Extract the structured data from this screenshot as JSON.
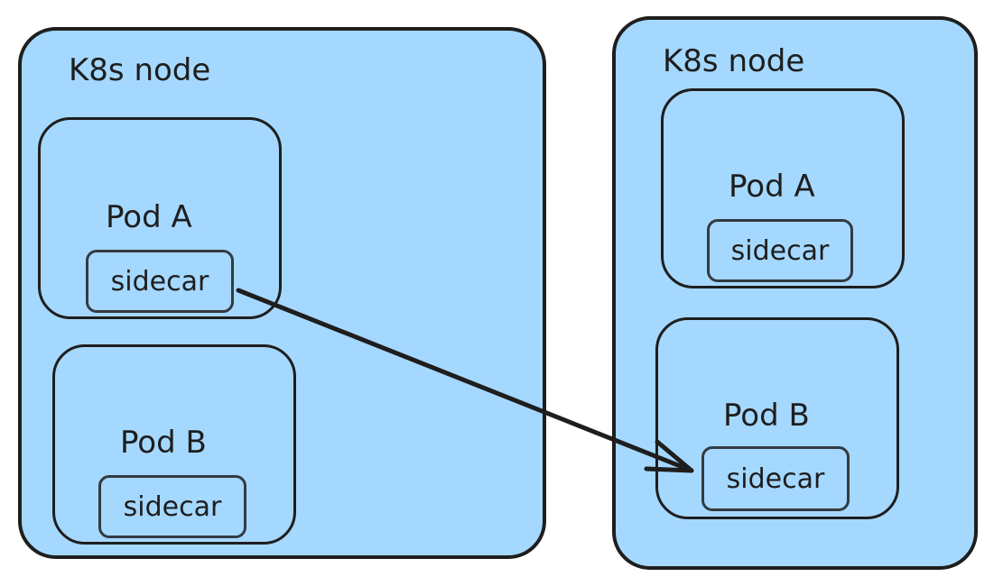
{
  "nodes": [
    {
      "label": "K8s node",
      "pods": [
        {
          "label": "Pod A",
          "sidecar": "sidecar"
        },
        {
          "label": "Pod B",
          "sidecar": "sidecar"
        }
      ]
    },
    {
      "label": "K8s node",
      "pods": [
        {
          "label": "Pod A",
          "sidecar": "sidecar"
        },
        {
          "label": "Pod B",
          "sidecar": "sidecar"
        }
      ]
    }
  ],
  "edges": [
    {
      "from": "node1-podA-sidecar",
      "to": "node2-podB-sidecar"
    }
  ],
  "colors": {
    "node_fill": "#a5d8ff",
    "stroke": "#1e1e1e",
    "sidecar_stroke": "#343a40"
  }
}
